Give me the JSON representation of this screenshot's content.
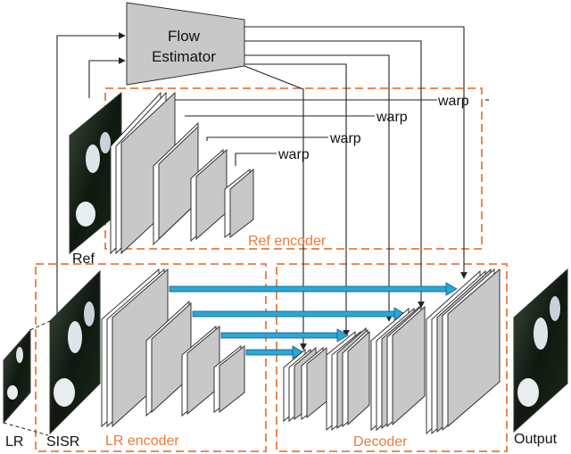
{
  "labels": {
    "flow_estimator_line1": "Flow",
    "flow_estimator_line2": "Estimator",
    "warp": "warp",
    "ref_encoder": "Ref encoder",
    "lr_encoder": "LR encoder",
    "decoder": "Decoder",
    "ref": "Ref",
    "lr": "LR",
    "sisr": "SISR",
    "output": "Output"
  },
  "colors": {
    "dashed_box": "#e87b3a",
    "encoder_label": "#e87b3a",
    "skip_arrow": "#2aa8d8",
    "block_fill": "#c8c8c8"
  }
}
